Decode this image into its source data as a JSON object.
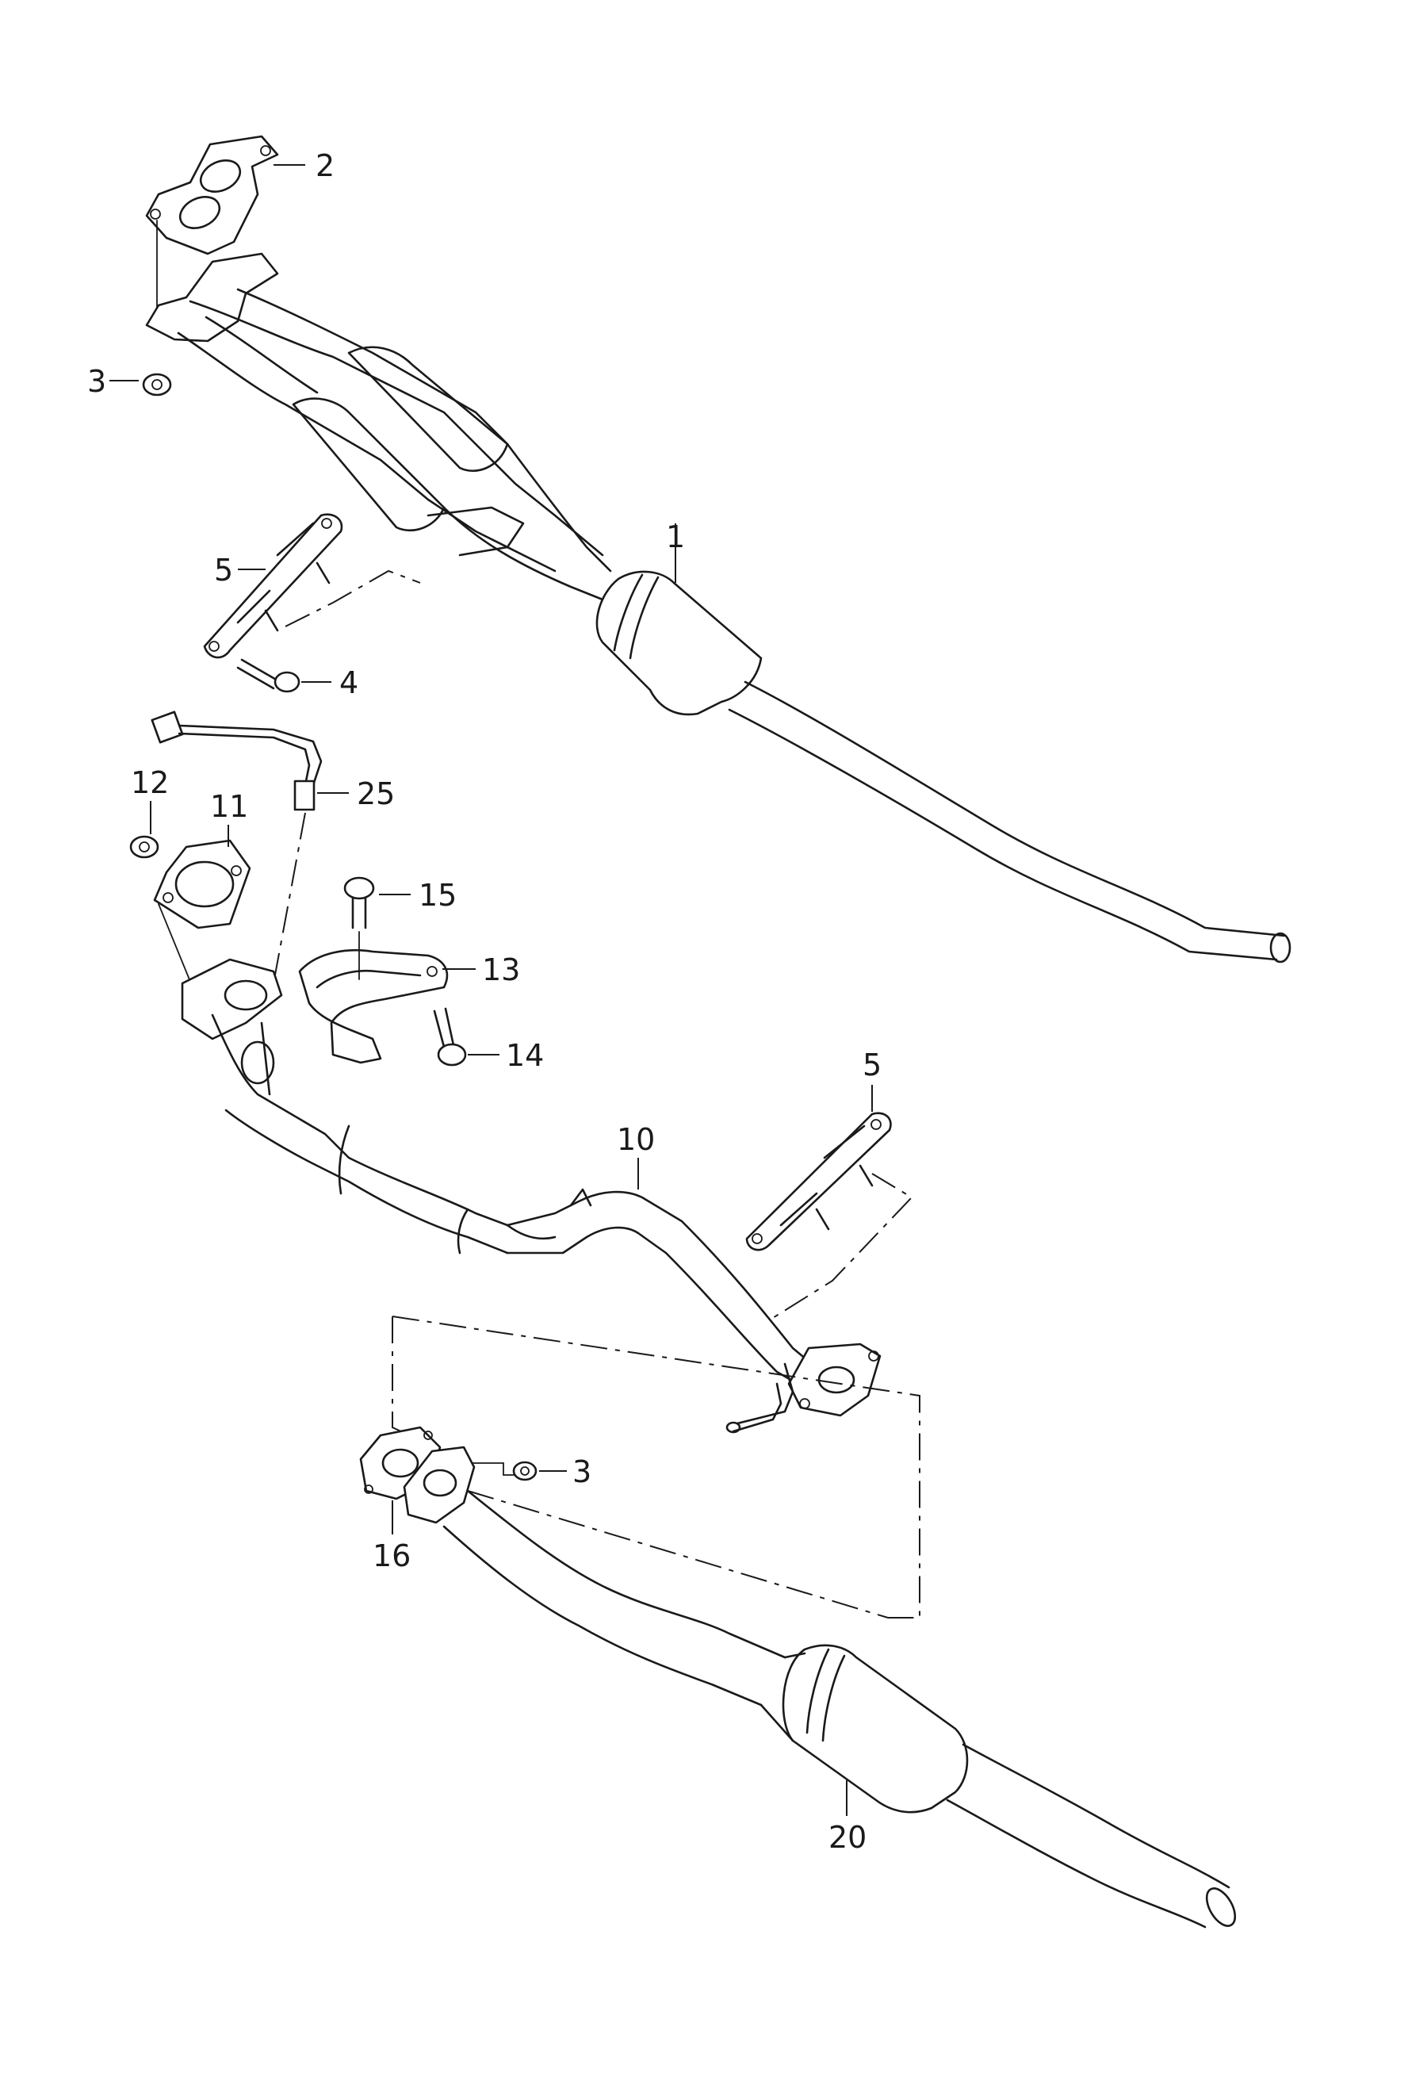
{
  "callouts": {
    "c1": "1",
    "c2": "2",
    "c3_top": "3",
    "c3_mid": "3",
    "c4": "4",
    "c5_top": "5",
    "c5_mid": "5",
    "c10": "10",
    "c11": "11",
    "c12": "12",
    "c13": "13",
    "c14": "14",
    "c15": "15",
    "c16": "16",
    "c20": "20",
    "c25": "25"
  }
}
